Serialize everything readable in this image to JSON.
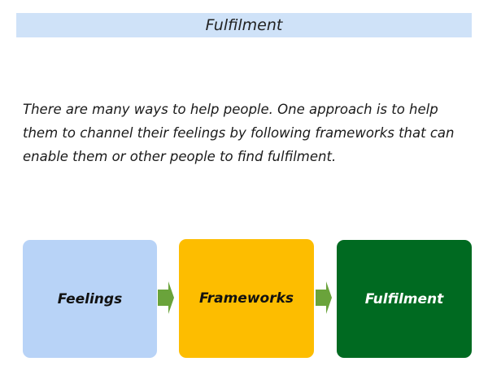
{
  "title": "Fulfilment",
  "paragraph": "There are many ways to help people. One approach is to help them to channel their feelings by following frameworks that can enable them or other people to find fulfilment.",
  "flow": {
    "boxes": [
      {
        "label": "Feelings",
        "bg": "#b8d3f7",
        "fg": "#111111"
      },
      {
        "label": "Frameworks",
        "bg": "#fdbd00",
        "fg": "#111111"
      },
      {
        "label": "Fulfilment",
        "bg": "#006a21",
        "fg": "#ffffff"
      }
    ],
    "arrow_color": "#6aa33b"
  }
}
